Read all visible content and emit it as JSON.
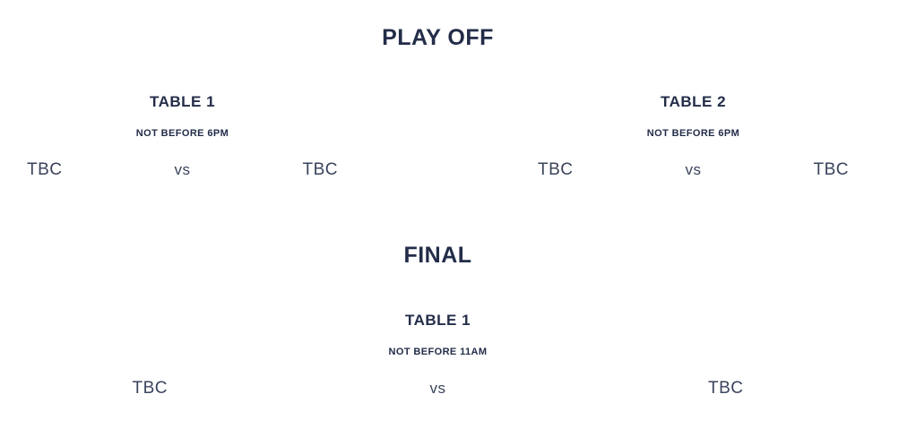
{
  "theme": {
    "heading_color": "#232d49",
    "text_color": "#3a445c",
    "background_color": "#ffffff"
  },
  "playoff": {
    "title": "PLAY OFF",
    "matches": [
      {
        "table": "TABLE 1",
        "time": "NOT BEFORE 6PM",
        "player1": "TBC",
        "vs": "vs",
        "player2": "TBC"
      },
      {
        "table": "TABLE 2",
        "time": "NOT BEFORE 6PM",
        "player1": "TBC",
        "vs": "vs",
        "player2": "TBC"
      }
    ]
  },
  "final": {
    "title": "FINAL",
    "match": {
      "table": "TABLE 1",
      "time": "NOT BEFORE 11AM",
      "player1": "TBC",
      "vs": "vs",
      "player2": "TBC"
    }
  }
}
